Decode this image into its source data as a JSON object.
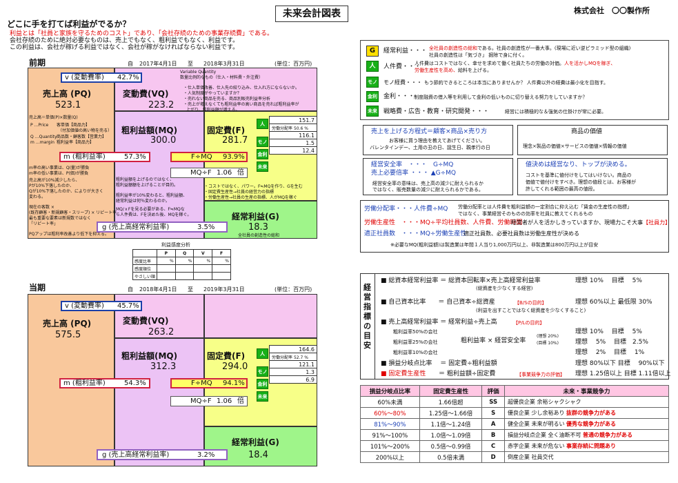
{
  "page": {
    "title": "未来会計図表",
    "company": "株式会社　〇〇製作所",
    "headline": "どこに手を打てば利益がでるか？",
    "intro1": "利益とは「社員と家族を守るためのコスト」であり、「会社存続のための事業存続費」である。",
    "intro2": "会社存続のために絶対必要なものは、売上でもなく、粗利益でもなく、利益です。",
    "intro3": "この利益は、会社が稼げる利益ではなく、会社が稼がなければならない利益です。"
  },
  "prev": {
    "label": "前期",
    "from_label": "自",
    "from": "2017年4月1日",
    "to_label": "至",
    "to": "2018年3月31日",
    "unit": "(単位：百万円)",
    "v_label": "v (変動費率)",
    "v_value": "42.7%",
    "sales_label": "売上高 (PQ)",
    "sales": "523.1",
    "vq_label": "変動費(VQ)",
    "vq": "223.2",
    "mq_label": "粗利益額(MQ)",
    "mq": "300.0",
    "f_label": "固定費(F)",
    "f": "281.7",
    "m_label": "m (粗利益率)",
    "m_value": "57.3%",
    "fmq_label": "F÷MQ",
    "fmq": "93.9%",
    "mqf_label": "MQ÷F",
    "mqf": "1.06",
    "mqf_unit": "倍",
    "g_label": "経常利益(G)",
    "g": "18.3",
    "gr_label": "g (売上高経常利益率)",
    "gr": "3.5%",
    "g_note": "全社員の創造性の総和",
    "fixed": {
      "person": "151.7",
      "labor_label": "労働分配率",
      "labor": "50.6",
      "pct": "%",
      "mono": "116.1",
      "kinri": "1.5",
      "mirai": "12.4"
    }
  },
  "cur": {
    "label": "当期",
    "from_label": "自",
    "from": "2018年4月1日",
    "to_label": "至",
    "to": "2019年3月31日",
    "unit": "(単位：百万円)",
    "v_label": "v (変動費率)",
    "v_value": "45.7%",
    "sales_label": "売上高 (PQ)",
    "sales": "575.5",
    "vq_label": "変動費(VQ)",
    "vq": "263.2",
    "mq_label": "粗利益額(MQ)",
    "mq": "312.3",
    "f_label": "固定費(F)",
    "f": "294.0",
    "m_label": "m (粗利益率)",
    "m_value": "54.3%",
    "fmq_label": "F÷MQ",
    "fmq": "94.1%",
    "mqf_label": "MQ÷F",
    "mqf": "1.06",
    "mqf_unit": "倍",
    "g_label": "経常利益(G)",
    "g": "18.4",
    "gr_label": "g (売上高経常利益率)",
    "gr": "3.2%",
    "fixed": {
      "person": "164.6",
      "labor_label": "労働分配率",
      "labor": "52.7",
      "pct": "%",
      "mono": "121.1",
      "kinri": "1.3",
      "mirai": "6.9"
    }
  },
  "btn": {
    "person": "人",
    "mono": "モノ",
    "kinri": "金利",
    "mirai": "未来",
    "g": "G"
  },
  "notes": {
    "vq_title": "Variable Quantity",
    "vq_sub": "数量比例的なもの（仕入・材料費・外注費）",
    "vq1": "・仕入単価改善、仕入先の絞り込み、仕入れ方にならないか。",
    "vq2": "・人気制度がやっていますか？",
    "vq3": "・売れない商品を売る、商品別販売利益率分析",
    "vq4": "・売上が増えなくても粗利益率の高い商品を売れば粗利益率が",
    "vq5": "上がり、粗利益額が増える。",
    "left1": "売上高＝単価(P)×数量(Q)",
    "left2": "P …Price",
    "left2b": "客単価【商品力】",
    "left2c": "（付加価値の高い物を売る）",
    "left3": "Q …Quantity",
    "left3b": "商品数・顧客数【営業力】",
    "left4": "m …margin",
    "left4b": "粗利益率【商品力】",
    "left5": "m率の高い事業は、Q(量)が勝負",
    "left6": "m率の低い事業は、P(価)が勝負",
    "left7": "売上高が10%減少したら、",
    "left8": "Pが10%下落したのか、",
    "left9": "Qが10%下落したのか、によりが大きく",
    "left10": "変わる。",
    "left11": "現在の客数 ×",
    "left12": "(既存顧客・新規顧客・スリープ) × リピート率",
    "left13": "最も重要な要素は新規数ではなく",
    "left14": "「リピート率」",
    "left15": "PQアップは粗利率改善より低下を抑える。",
    "mid1": "粗利益額を上げるのではなく、",
    "mid2": "粗利益額額を上げることが目的。",
    "mid3": "粗利益率が10%変わると、粗利益額、",
    "mid4": "経常利益は何％変わるのか。",
    "mid5": "MQ/ｘFを見る必要がある、F≒MQな",
    "mid6": "ら人件費は、Fを決めた後、MQを稼ぐ。",
    "f1": "・コストではなく、パワー。F≒MQを作り、Gを生む",
    "f2": "・固定費生産性→社員の経営力の指標",
    "f3": "・労働生産性→社員の生産の指標、人がMQを稼ぐ"
  },
  "sensitivity": {
    "title": "利益感度分析",
    "cols": [
      "P",
      "Q",
      "V",
      "F"
    ],
    "rows": [
      "感度比率",
      "感度順位",
      "やさしい順"
    ],
    "pct": "%"
  },
  "right": {
    "g_title": "経常利益・・・",
    "g_desc1": "全社員の創造性の総和",
    "g_desc1b": "である。社員の創造性が一番大事。(現場に近い逆ピラミッド型の組織)",
    "g_desc2": "社員の創造性は「気づき」 掘除で身に付く。",
    "p_title": "人件費・・・",
    "p_desc1": "人件費はコストではなく、幸せを求めて働く社員たちの労働の対価。",
    "p_desc1b": "人を活かしMQを稼ぎ、",
    "p_desc2": "労働生産性を高め、",
    "p_desc2b": "給料を上げる。",
    "mono_title": "モノ経費・・・",
    "mono_desc": "もう節約できるところは本当にありませんか？ 人件費以外の経費は最小化を目指す。",
    "kinri_title": "金利・・・",
    "kinri_desc": "制度融資の借入等を利用して金利の低いものに切り替える努力をしていますか？",
    "mirai_title": "戦略費・広告・教育・研究開発・・・",
    "mirai_desc": "経営には積極的な＆強気の仕掛けが常に必要。",
    "eq_title": "売上を上げる方程式＝顧客×商品×売り方",
    "eq_1": "お客様に買う理由を教えてあげてください。",
    "eq_2": "バレンタインデー、土用の丑の日、誕生日、親孝行の日",
    "val_title": "商品の価値",
    "val_1": "理念×製品の価値×サービスの価値×情報の価値",
    "safe1": "経営安全率　・・・　G÷MQ",
    "safe2": "売上必要倍率 ・・・ ▲G÷MQ",
    "safe3": "経営安全率の意味は、売上高の減少に耐えられるか",
    "safe4": "ではなく、販売数量の減少に耐えられるかである。",
    "price_title": "値決めは経営なり、トップが決める。",
    "price_1": "コストを基準に値付けをしてはいけない。商品の",
    "price_2": "価値で値付けをすべき。理想の値段とは、お客様が",
    "price_3": "許してくれる範囲の最高の値段。",
    "lab1": "労働分配率・・・人件費÷MQ",
    "lab1b": "労働分配率とは人件費を粗利益額の一定割合に抑え込む「賃金の生産性の指標」",
    "lab1c": "ではなく、事業経営そのものの効率を社員に教えてくれるもの",
    "lab2": "労働生産性　・・・MQ÷平均社員数、人件費、労働時間",
    "lab2b": "経営者が人を活かしきっていますか、現場力こそ大事",
    "lab2c": "【社員力】",
    "lab3": "適正社員数　・・・MQ÷労働生産性",
    "lab3b": "適正社員数、必要社員数は労働生産性が決める",
    "lab4": "※必要なMQ(粗利益額)は製造業は年間１人当り1,000万円以上、非製造業は800万円以上が目安",
    "idx_title": "経営指標の目安",
    "i1": "■ 総資本経常利益率 ＝ 総資本回転率×売上高経常利益率",
    "i1s": "(総資産を少なくする経営)",
    "i1r": "理想 10%　 目標 　5%",
    "i2": "■ 自己資本比率　　＝ 自己資本÷総資産",
    "i2t": "【B/Sの目的】",
    "i2s": "(利益を出すことではなく総資産を少なくすること)",
    "i2r": "理想 60%以上 最低限 30%",
    "i3": "■ 売上高経常利益率 ＝ 経常利益÷売上高",
    "i3t": "【P/Lの目的】",
    "i3a": "粗利益率50%の会社",
    "i3b": "粗利益率25%の会社",
    "i3c": "粗利益率10%の会社",
    "i3m": "粗利益率 × 経営安全率",
    "i3m1": "(理想 20%)",
    "i3m2": "(目標 10%)",
    "i3ar": "理想 10%　 目標 　5%",
    "i3br": "理想 　5%　 目標　2.5%",
    "i3cr": "理想 　2%　 目標 　1%",
    "i4": "■ 損益分岐点比率　 ＝ 固定費÷粗利益額",
    "i4r": "理想 80%以下 目標 　90%以下",
    "i5": "■ 固定費生産性",
    "i5b": "＝ 粗利益額÷固定費",
    "i5t": "【事業競争力の評価】",
    "i5r": "理想 1.25倍以上 目標 1.11倍以上",
    "table": {
      "headers": [
        "損益分岐点比率",
        "固定費生産性",
        "評価",
        "未来・事業競争力"
      ],
      "rows": [
        [
          "60%未満",
          "1.66倍超",
          "SS",
          "超優良企業 余裕シャクシャク",
          ""
        ],
        [
          "60%〜80%",
          "1.25倍〜1.66倍",
          "S",
          "優良企業 少し余裕あり",
          "抜群の競争力がある"
        ],
        [
          "81%〜90%",
          "1.1倍〜1.24倍",
          "A",
          "健全企業 未来が明るい",
          "優秀な競争力がある"
        ],
        [
          "91%〜100%",
          "1.0倍〜1.09倍",
          "B",
          "損益分岐点企業 全く油断不可",
          "普通の競争力がある"
        ],
        [
          "101%〜200%",
          "0.5倍〜0.99倍",
          "C",
          "赤字企業 未来が危ない",
          "事業存続に問題あり"
        ],
        [
          "200%以上",
          "0.5倍未満",
          "D",
          "倒産企業 社員交代",
          ""
        ]
      ]
    }
  }
}
